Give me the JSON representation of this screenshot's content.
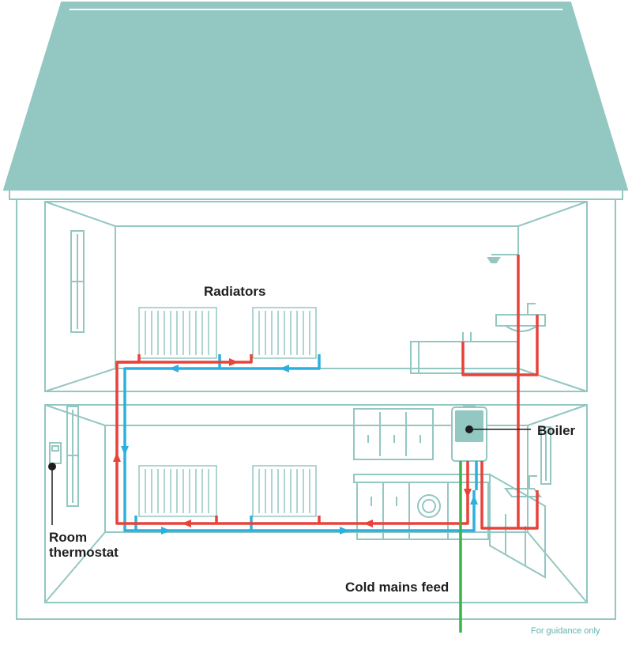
{
  "labels": {
    "radiators": "Radiators",
    "boiler": "Boiler",
    "room_thermostat_line1": "Room",
    "room_thermostat_line2": "thermostat",
    "cold_mains_feed": "Cold mains feed"
  },
  "footnote": "For guidance only",
  "colors": {
    "roof": "#93c7c2",
    "outline": "#93c7c2",
    "hot_pipe": "#e8423a",
    "cold_pipe": "#2cb0e0",
    "mains_pipe": "#3cb44a",
    "label_text": "#1e1e1e",
    "footnote": "#5fb3ad",
    "marker": "#1e1e1e"
  }
}
